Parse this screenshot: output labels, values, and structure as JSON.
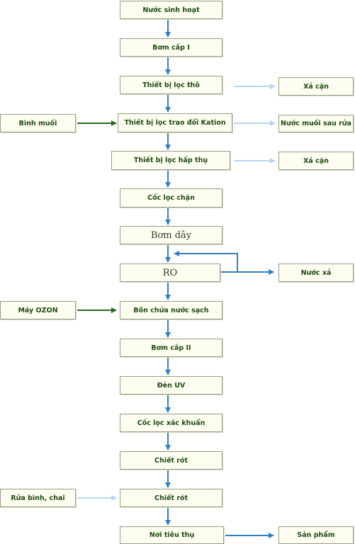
{
  "nodes": {
    "n1": "Nước sinh hoạt",
    "n2": "Bơm cấp I",
    "n3": "Thiết bị lọc thô",
    "n4": "Thiết bị lọc trao đổi Kation",
    "n5": "Thiết bị lọc hấp thụ",
    "n6": "Cốc lọc chặn",
    "n7": "Bơm dây",
    "n8": "RO",
    "n9": "Bồn chứa nước sạch",
    "n10": "Bơm cấp II",
    "n11": "Đèn UV",
    "n12": "Cốc lọc xác khuẩn",
    "n13": "Chiết rót",
    "n14": "Chiết rót",
    "n15": "Nơi tiêu thụ",
    "s1": "Xả cặn",
    "s2": "Nước muối sau rửa",
    "s3": "Xả cặn",
    "s4": "Nước xả",
    "s5": "Sản phẩm",
    "i1": "Bình muối",
    "i2": "Máy OZON",
    "i3": "Rửa bình, chai"
  },
  "colors": {
    "main_arrow": "#2f7fc4",
    "light_arrow": "#b5d4ee",
    "input_arrow": "#2a6b20",
    "box_fill": "#fefef0",
    "box_border": "#9a9a88",
    "text": "#1d4a12"
  }
}
